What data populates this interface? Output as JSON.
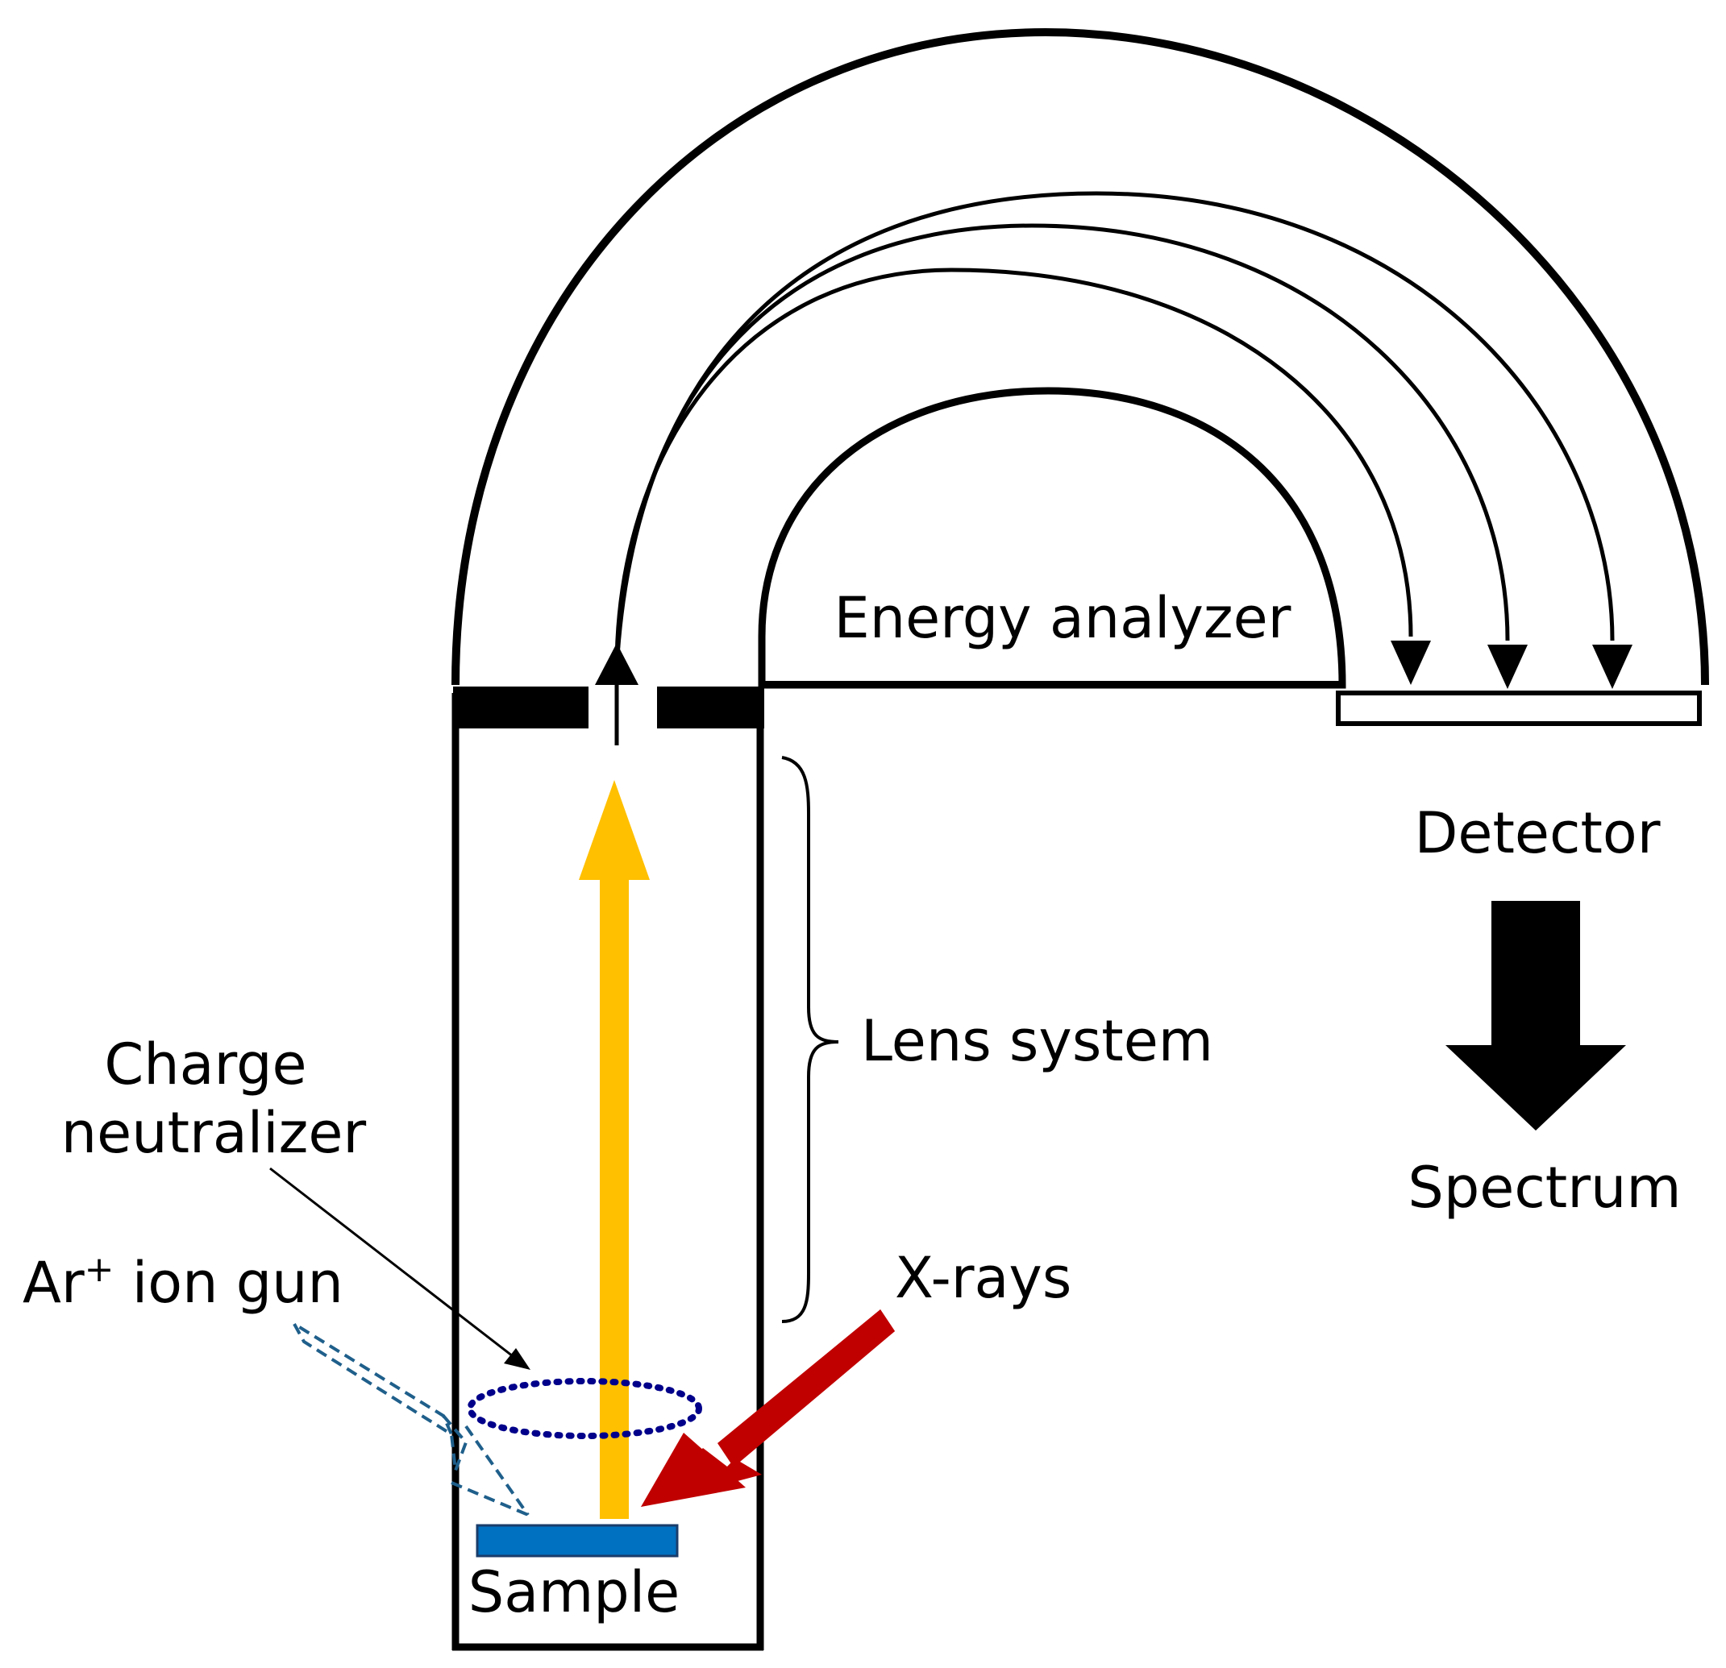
{
  "labels": {
    "energy_analyzer": "Energy analyzer",
    "detector": "Detector",
    "spectrum": "Spectrum",
    "lens_system": "Lens system",
    "charge_neutralizer_line1": "Charge",
    "charge_neutralizer_line2": "neutralizer",
    "ion_gun_prefix": "Ar",
    "ion_gun_superscript": "+",
    "ion_gun_suffix": " ion gun",
    "x_rays": "X-rays",
    "sample": "Sample"
  },
  "colors": {
    "outline": "#000000",
    "photoelectron_beam": "#FFC000",
    "x_ray_beam": "#C00000",
    "sample": "#0070C0",
    "charge_neutralizer": "#00008B",
    "ion_gun": "#1F5F8B",
    "background": "#ffffff"
  }
}
